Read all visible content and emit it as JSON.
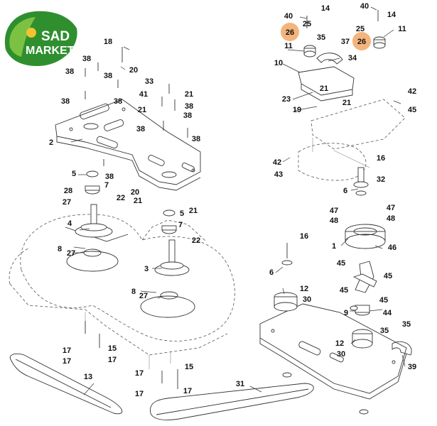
{
  "logo": {
    "line1": "SAD",
    "line2": "MARKET",
    "colors": {
      "leaf_dark": "#2f8f2f",
      "leaf_light": "#7cc242",
      "sun": "#f2c230",
      "text": "#ffffff"
    }
  },
  "highlight_color": "#f2a766",
  "labels": [
    {
      "id": "l40a",
      "text": "40"
    },
    {
      "id": "l14a",
      "text": "14"
    },
    {
      "id": "l25a",
      "text": "25"
    },
    {
      "id": "l26a",
      "text": "26",
      "highlight": true
    },
    {
      "id": "l35a",
      "text": "35"
    },
    {
      "id": "l11a",
      "text": "11"
    },
    {
      "id": "l40b",
      "text": "40"
    },
    {
      "id": "l14b",
      "text": "14"
    },
    {
      "id": "l25b",
      "text": "25"
    },
    {
      "id": "l26b",
      "text": "26",
      "highlight": true
    },
    {
      "id": "l11b",
      "text": "11"
    },
    {
      "id": "l37",
      "text": "37"
    },
    {
      "id": "l34",
      "text": "34"
    },
    {
      "id": "l10",
      "text": "10"
    },
    {
      "id": "l21a",
      "text": "21"
    },
    {
      "id": "l23",
      "text": "23"
    },
    {
      "id": "l19",
      "text": "19"
    },
    {
      "id": "l21b",
      "text": "21"
    },
    {
      "id": "l42a",
      "text": "42"
    },
    {
      "id": "l45a",
      "text": "45"
    },
    {
      "id": "l42b",
      "text": "42"
    },
    {
      "id": "l43",
      "text": "43"
    },
    {
      "id": "l16a",
      "text": "16"
    },
    {
      "id": "l32",
      "text": "32"
    },
    {
      "id": "l6a",
      "text": "6"
    },
    {
      "id": "l47a",
      "text": "47"
    },
    {
      "id": "l47b",
      "text": "47"
    },
    {
      "id": "l48a",
      "text": "48"
    },
    {
      "id": "l48b",
      "text": "48"
    },
    {
      "id": "l1",
      "text": "1"
    },
    {
      "id": "l46",
      "text": "46"
    },
    {
      "id": "l16b",
      "text": "16"
    },
    {
      "id": "l6b",
      "text": "6"
    },
    {
      "id": "l45b",
      "text": "45"
    },
    {
      "id": "l45c",
      "text": "45"
    },
    {
      "id": "l45d",
      "text": "45"
    },
    {
      "id": "l45e",
      "text": "45"
    },
    {
      "id": "l12a",
      "text": "12"
    },
    {
      "id": "l30a",
      "text": "30"
    },
    {
      "id": "l9",
      "text": "9"
    },
    {
      "id": "l44",
      "text": "44"
    },
    {
      "id": "l12b",
      "text": "12"
    },
    {
      "id": "l35b",
      "text": "35"
    },
    {
      "id": "l35c",
      "text": "35"
    },
    {
      "id": "l30b",
      "text": "30"
    },
    {
      "id": "l39",
      "text": "39"
    },
    {
      "id": "l18",
      "text": "18"
    },
    {
      "id": "l38a",
      "text": "38"
    },
    {
      "id": "l38b",
      "text": "38"
    },
    {
      "id": "l38c",
      "text": "38"
    },
    {
      "id": "l20a",
      "text": "20"
    },
    {
      "id": "l38d",
      "text": "38"
    },
    {
      "id": "l38e",
      "text": "38"
    },
    {
      "id": "l33",
      "text": "33"
    },
    {
      "id": "l41",
      "text": "41"
    },
    {
      "id": "l21c",
      "text": "21"
    },
    {
      "id": "l21d",
      "text": "21"
    },
    {
      "id": "l38f",
      "text": "38"
    },
    {
      "id": "l38g",
      "text": "38"
    },
    {
      "id": "l38h",
      "text": "38"
    },
    {
      "id": "l38i",
      "text": "38"
    },
    {
      "id": "l2",
      "text": "2"
    },
    {
      "id": "l5a",
      "text": "5"
    },
    {
      "id": "l38j",
      "text": "38"
    },
    {
      "id": "l7a",
      "text": "7"
    },
    {
      "id": "l28",
      "text": "28"
    },
    {
      "id": "l20b",
      "text": "20"
    },
    {
      "id": "l27a",
      "text": "27"
    },
    {
      "id": "l22a",
      "text": "22"
    },
    {
      "id": "l21e",
      "text": "21"
    },
    {
      "id": "l5b",
      "text": "5"
    },
    {
      "id": "l21f",
      "text": "21"
    },
    {
      "id": "l4",
      "text": "4"
    },
    {
      "id": "l7b",
      "text": "7"
    },
    {
      "id": "l22b",
      "text": "22"
    },
    {
      "id": "l8a",
      "text": "8"
    },
    {
      "id": "l27b",
      "text": "27"
    },
    {
      "id": "l3",
      "text": "3"
    },
    {
      "id": "l8b",
      "text": "8"
    },
    {
      "id": "l27c",
      "text": "27"
    },
    {
      "id": "l17a",
      "text": "17"
    },
    {
      "id": "l15a",
      "text": "15"
    },
    {
      "id": "l17b",
      "text": "17"
    },
    {
      "id": "l17c",
      "text": "17"
    },
    {
      "id": "l13",
      "text": "13"
    },
    {
      "id": "l17d",
      "text": "17"
    },
    {
      "id": "l15b",
      "text": "15"
    },
    {
      "id": "l17e",
      "text": "17"
    },
    {
      "id": "l17f",
      "text": "17"
    },
    {
      "id": "l31",
      "text": "31"
    }
  ]
}
